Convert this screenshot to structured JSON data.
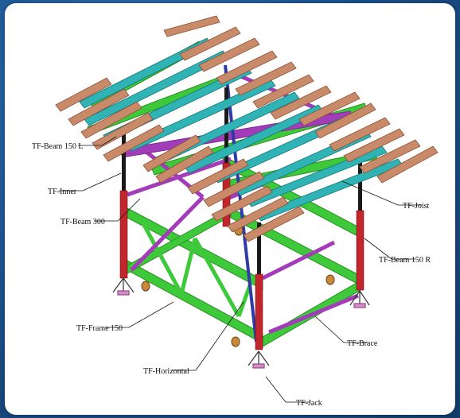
{
  "labels": {
    "beam150l": "TF-Beam 150 L",
    "inner": "TF-Inner",
    "beam300": "TF-Beam 300",
    "joist": "TF-Joist",
    "beam150r": "TF-Beam 150 R",
    "frame150": "TF-Frame 150",
    "brace": "TF-Brace",
    "horizontal": "TF-Horizontal",
    "jack": "TF-Jack"
  },
  "colors": {
    "beam_wood": "#c98a6a",
    "joist": "#2fb3b5",
    "frame": "#3ec93a",
    "brace": "#a33cb8",
    "post_red": "#c0262b",
    "inner_black": "#1a1a1a",
    "horizontal_blue": "#2d3aa8",
    "jack_pink": "#d98ac9",
    "caster": "#c9873a"
  }
}
